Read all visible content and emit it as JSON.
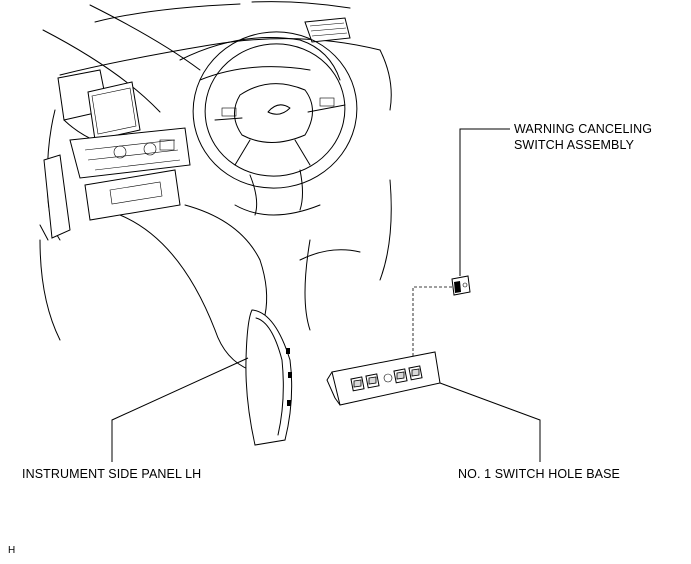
{
  "labels": {
    "warning_switch_line1": "WARNING CANCELING",
    "warning_switch_line2": "SWITCH ASSEMBLY",
    "side_panel": "INSTRUMENT SIDE PANEL LH",
    "switch_hole_base": "NO. 1 SWITCH HOLE BASE",
    "figure_code": "H"
  }
}
